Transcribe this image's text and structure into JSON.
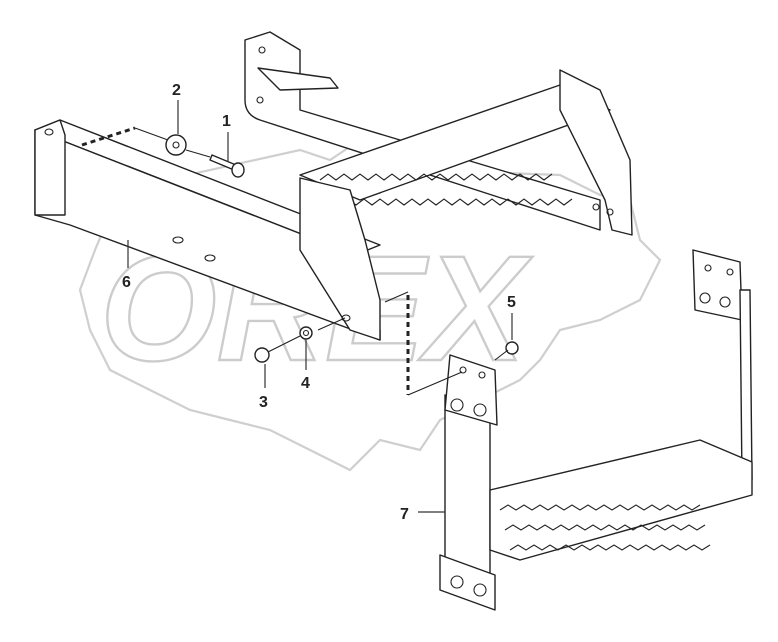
{
  "watermark": {
    "brand_text": "OREX"
  },
  "callouts": [
    {
      "id": "1",
      "label": "1"
    },
    {
      "id": "2",
      "label": "2"
    },
    {
      "id": "3",
      "label": "3"
    },
    {
      "id": "4",
      "label": "4"
    },
    {
      "id": "5",
      "label": "5"
    },
    {
      "id": "6",
      "label": "6"
    },
    {
      "id": "7",
      "label": "7"
    }
  ]
}
